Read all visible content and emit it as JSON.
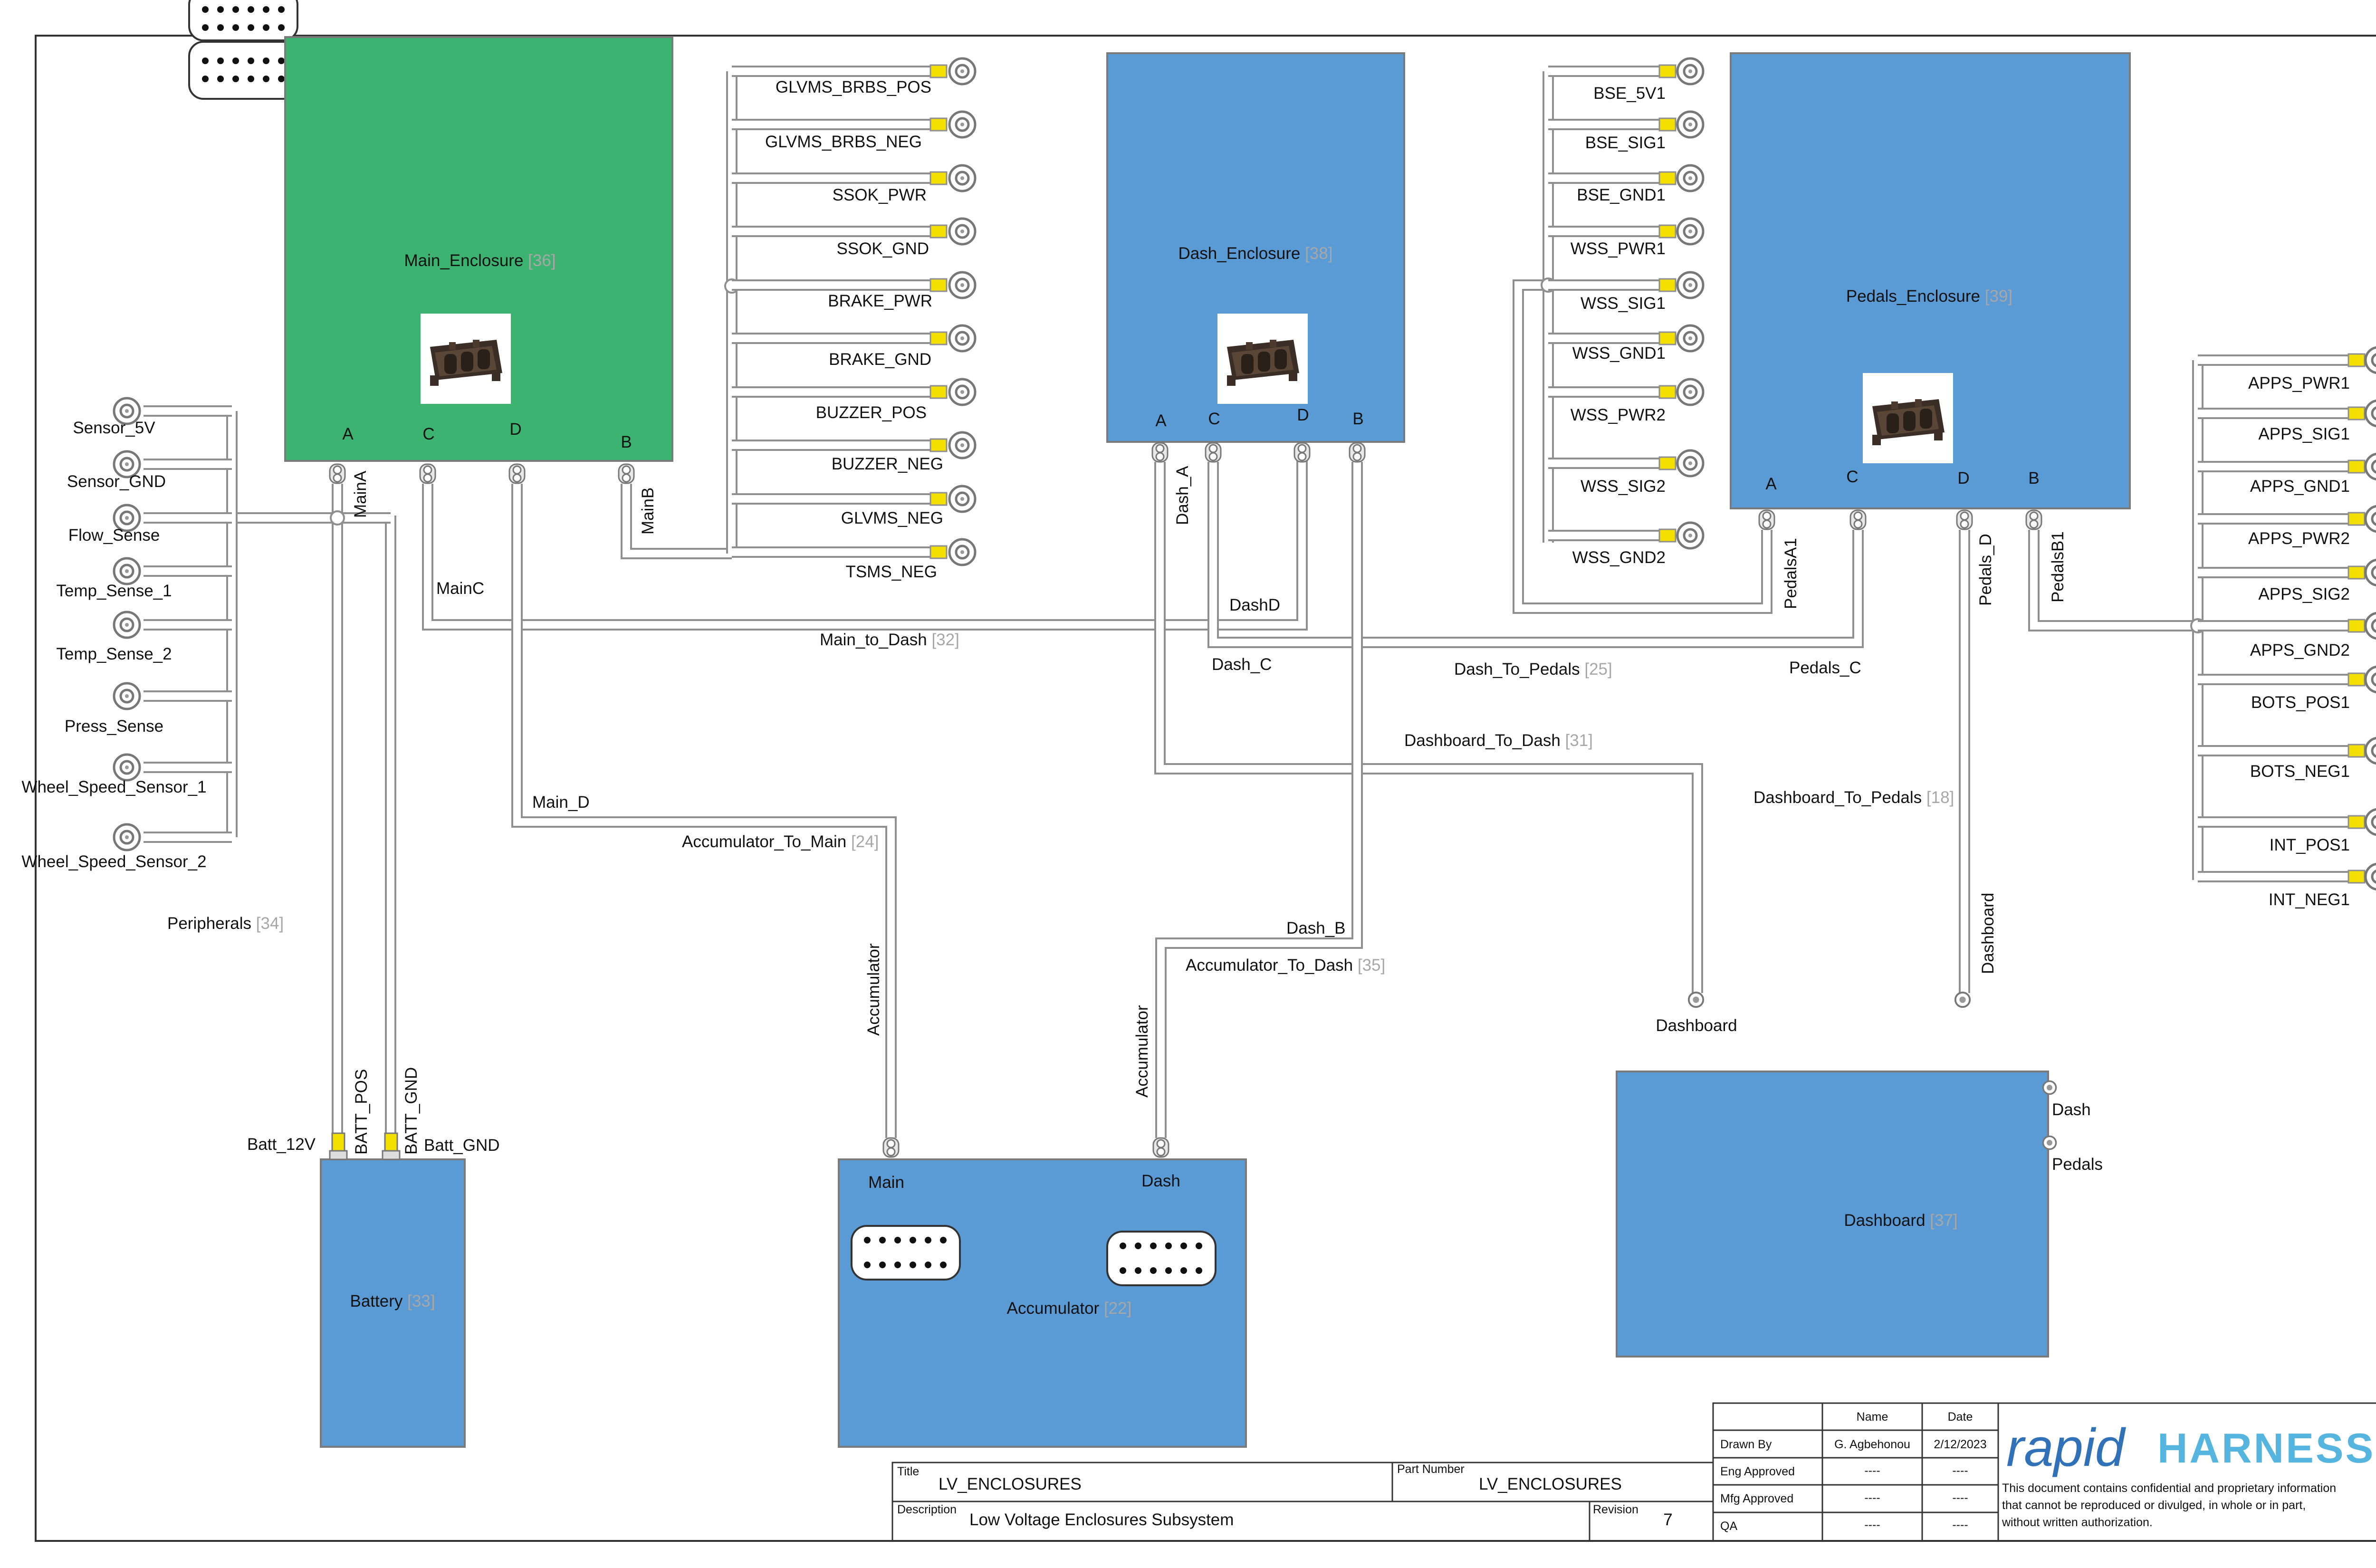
{
  "colors": {
    "main_fill": "#3db371",
    "enclosure_fill": "#5b9bd5",
    "terminal_yellow": "#f4e000",
    "wire_white": "#ffffff",
    "wire_outline": "#8f8f8f",
    "brand_blue": "#3171b8",
    "brand_light": "#55b5de"
  },
  "components": {
    "main": {
      "name": "Main_Enclosure",
      "id": "[36]",
      "pins": [
        "A",
        "C",
        "D",
        "B"
      ]
    },
    "dash": {
      "name": "Dash_Enclosure",
      "id": "[38]",
      "pins": [
        "A",
        "C",
        "D",
        "B"
      ]
    },
    "pedals": {
      "name": "Pedals_Enclosure",
      "id": "[39]",
      "pins": [
        "A",
        "C",
        "D",
        "B"
      ]
    },
    "battery": {
      "name": "Battery",
      "id": "[33]"
    },
    "accumulator": {
      "name": "Accumulator",
      "id": "[22]",
      "main_label": "Main",
      "dash_label": "Dash"
    },
    "dashboard": {
      "name": "Dashboard",
      "id": "[37]",
      "dash_label": "Dash",
      "pedals_label": "Pedals"
    }
  },
  "left_terminals": [
    "Sensor_5V",
    "Sensor_GND",
    "Flow_Sense",
    "Temp_Sense_1",
    "Temp_Sense_2",
    "Press_Sense",
    "Wheel_Speed_Sensor_1",
    "Wheel_Speed_Sensor_2"
  ],
  "mainb_terminals": [
    "GLVMS_BRBS_POS",
    "GLVMS_BRBS_NEG",
    "SSOK_PWR",
    "SSOK_GND",
    "BRAKE_PWR",
    "BRAKE_GND",
    "BUZZER_POS",
    "BUZZER_NEG",
    "GLVMS_NEG",
    "TSMS_NEG"
  ],
  "pedalsa_terminals": [
    "BSE_5V1",
    "BSE_SIG1",
    "BSE_GND1",
    "WSS_PWR1",
    "WSS_SIG1",
    "WSS_GND1",
    "WSS_PWR2",
    "WSS_SIG2",
    "WSS_GND2"
  ],
  "pedalsb_terminals": [
    "APPS_PWR1",
    "APPS_SIG1",
    "APPS_GND1",
    "APPS_PWR2",
    "APPS_SIG2",
    "APPS_GND2",
    "BOTS_POS1",
    "BOTS_NEG1",
    "INT_POS1",
    "INT_NEG1"
  ],
  "connector_labels": {
    "mainA": "MainA",
    "mainB": "MainB",
    "mainC": "MainC",
    "mainD": "Main_D",
    "dashA": "Dash_A",
    "dashB": "Dash_B",
    "dashC": "Dash_C",
    "dashD": "DashD",
    "pedalsA1": "PedalsA1",
    "pedalsB1": "PedalsB1",
    "pedalsC": "Pedals_C",
    "pedalsD": "Pedals_D",
    "accumulator1": "Accumulator",
    "accumulator2": "Accumulator",
    "dashboard1": "Dashboard",
    "dashboard2": "Dashboard",
    "batt_pos": "BATT_POS",
    "batt_gnd": "BATT_GND",
    "batt_12v": "Batt_12V",
    "batt_gnd_term": "Batt_GND"
  },
  "harnesses": {
    "peripherals": {
      "name": "Peripherals",
      "id": "[34]"
    },
    "main_to_dash": {
      "name": "Main_to_Dash",
      "id": "[32]"
    },
    "dash_to_pedals": {
      "name": "Dash_To_Pedals",
      "id": "[25]"
    },
    "dashboard_to_dash": {
      "name": "Dashboard_To_Dash",
      "id": "[31]"
    },
    "dashboard_to_pedals": {
      "name": "Dashboard_To_Pedals",
      "id": "[18]"
    },
    "accumulator_to_main": {
      "name": "Accumulator_To_Main",
      "id": "[24]"
    },
    "accumulator_to_dash": {
      "name": "Accumulator_To_Dash",
      "id": "[35]"
    }
  },
  "title_block": {
    "col_name": "Name",
    "col_date": "Date",
    "drawn_by_label": "Drawn By",
    "drawn_by_name": "G. Agbehonou",
    "drawn_by_date": "2/12/2023",
    "eng_label": "Eng Approved",
    "mfg_label": "Mfg Approved",
    "qa_label": "QA",
    "dash": "----",
    "title_label": "Title",
    "title_value": "LV_ENCLOSURES",
    "part_label": "Part Number",
    "part_value": "LV_ENCLOSURES",
    "desc_label": "Description",
    "desc_value": "Low Voltage Enclosures Subsystem",
    "rev_label": "Revision",
    "rev_value": "7",
    "brand_rapid": "rapid",
    "brand_harness": "HARNESS",
    "notice_1": "This document contains confidential and proprietary information",
    "notice_2": "that cannot be reproduced or divulged, in whole or in part,",
    "notice_3": "without written authorization."
  }
}
